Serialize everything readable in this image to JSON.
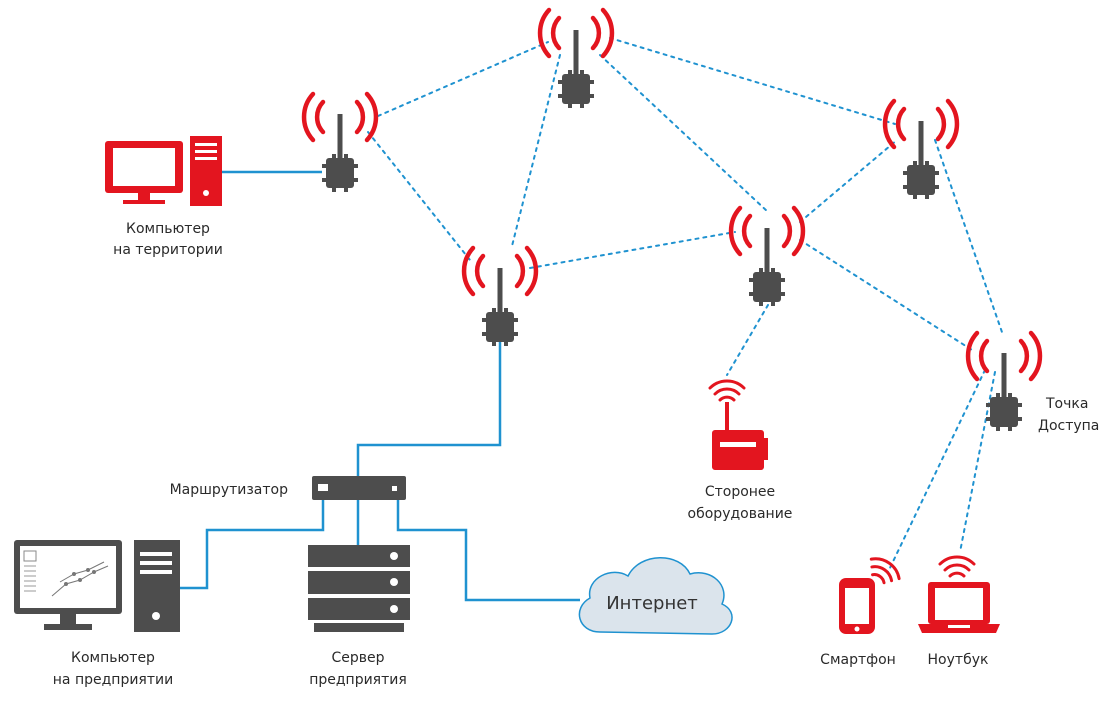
{
  "colors": {
    "accent_red": "#e3151f",
    "link_blue": "#1f92d0",
    "device_gray": "#4d4d4d",
    "cloud_fill": "#dbe4ec"
  },
  "labels": {
    "computer_site_line1": "Компьютер",
    "computer_site_line2": "на территории",
    "router": "Маршрутизатор",
    "computer_enterprise_line1": "Компьютер",
    "computer_enterprise_line2": "на предприятии",
    "server_line1": "Сервер",
    "server_line2": "предприятия",
    "internet": "Интернет",
    "third_party_line1": "Сторонее",
    "third_party_line2": "оборудование",
    "access_point_line1": "Точка",
    "access_point_line2": "Доступа",
    "smartphone": "Смартфон",
    "laptop": "Ноутбук"
  },
  "icons": {
    "mesh_node": "wireless-node-icon",
    "signal": "wifi-signal-icon",
    "computer": "desktop-computer-icon",
    "router": "router-icon",
    "server": "server-rack-icon",
    "cloud": "cloud-icon",
    "phone": "smartphone-icon",
    "laptop": "laptop-icon",
    "equipment": "radio-device-icon"
  }
}
